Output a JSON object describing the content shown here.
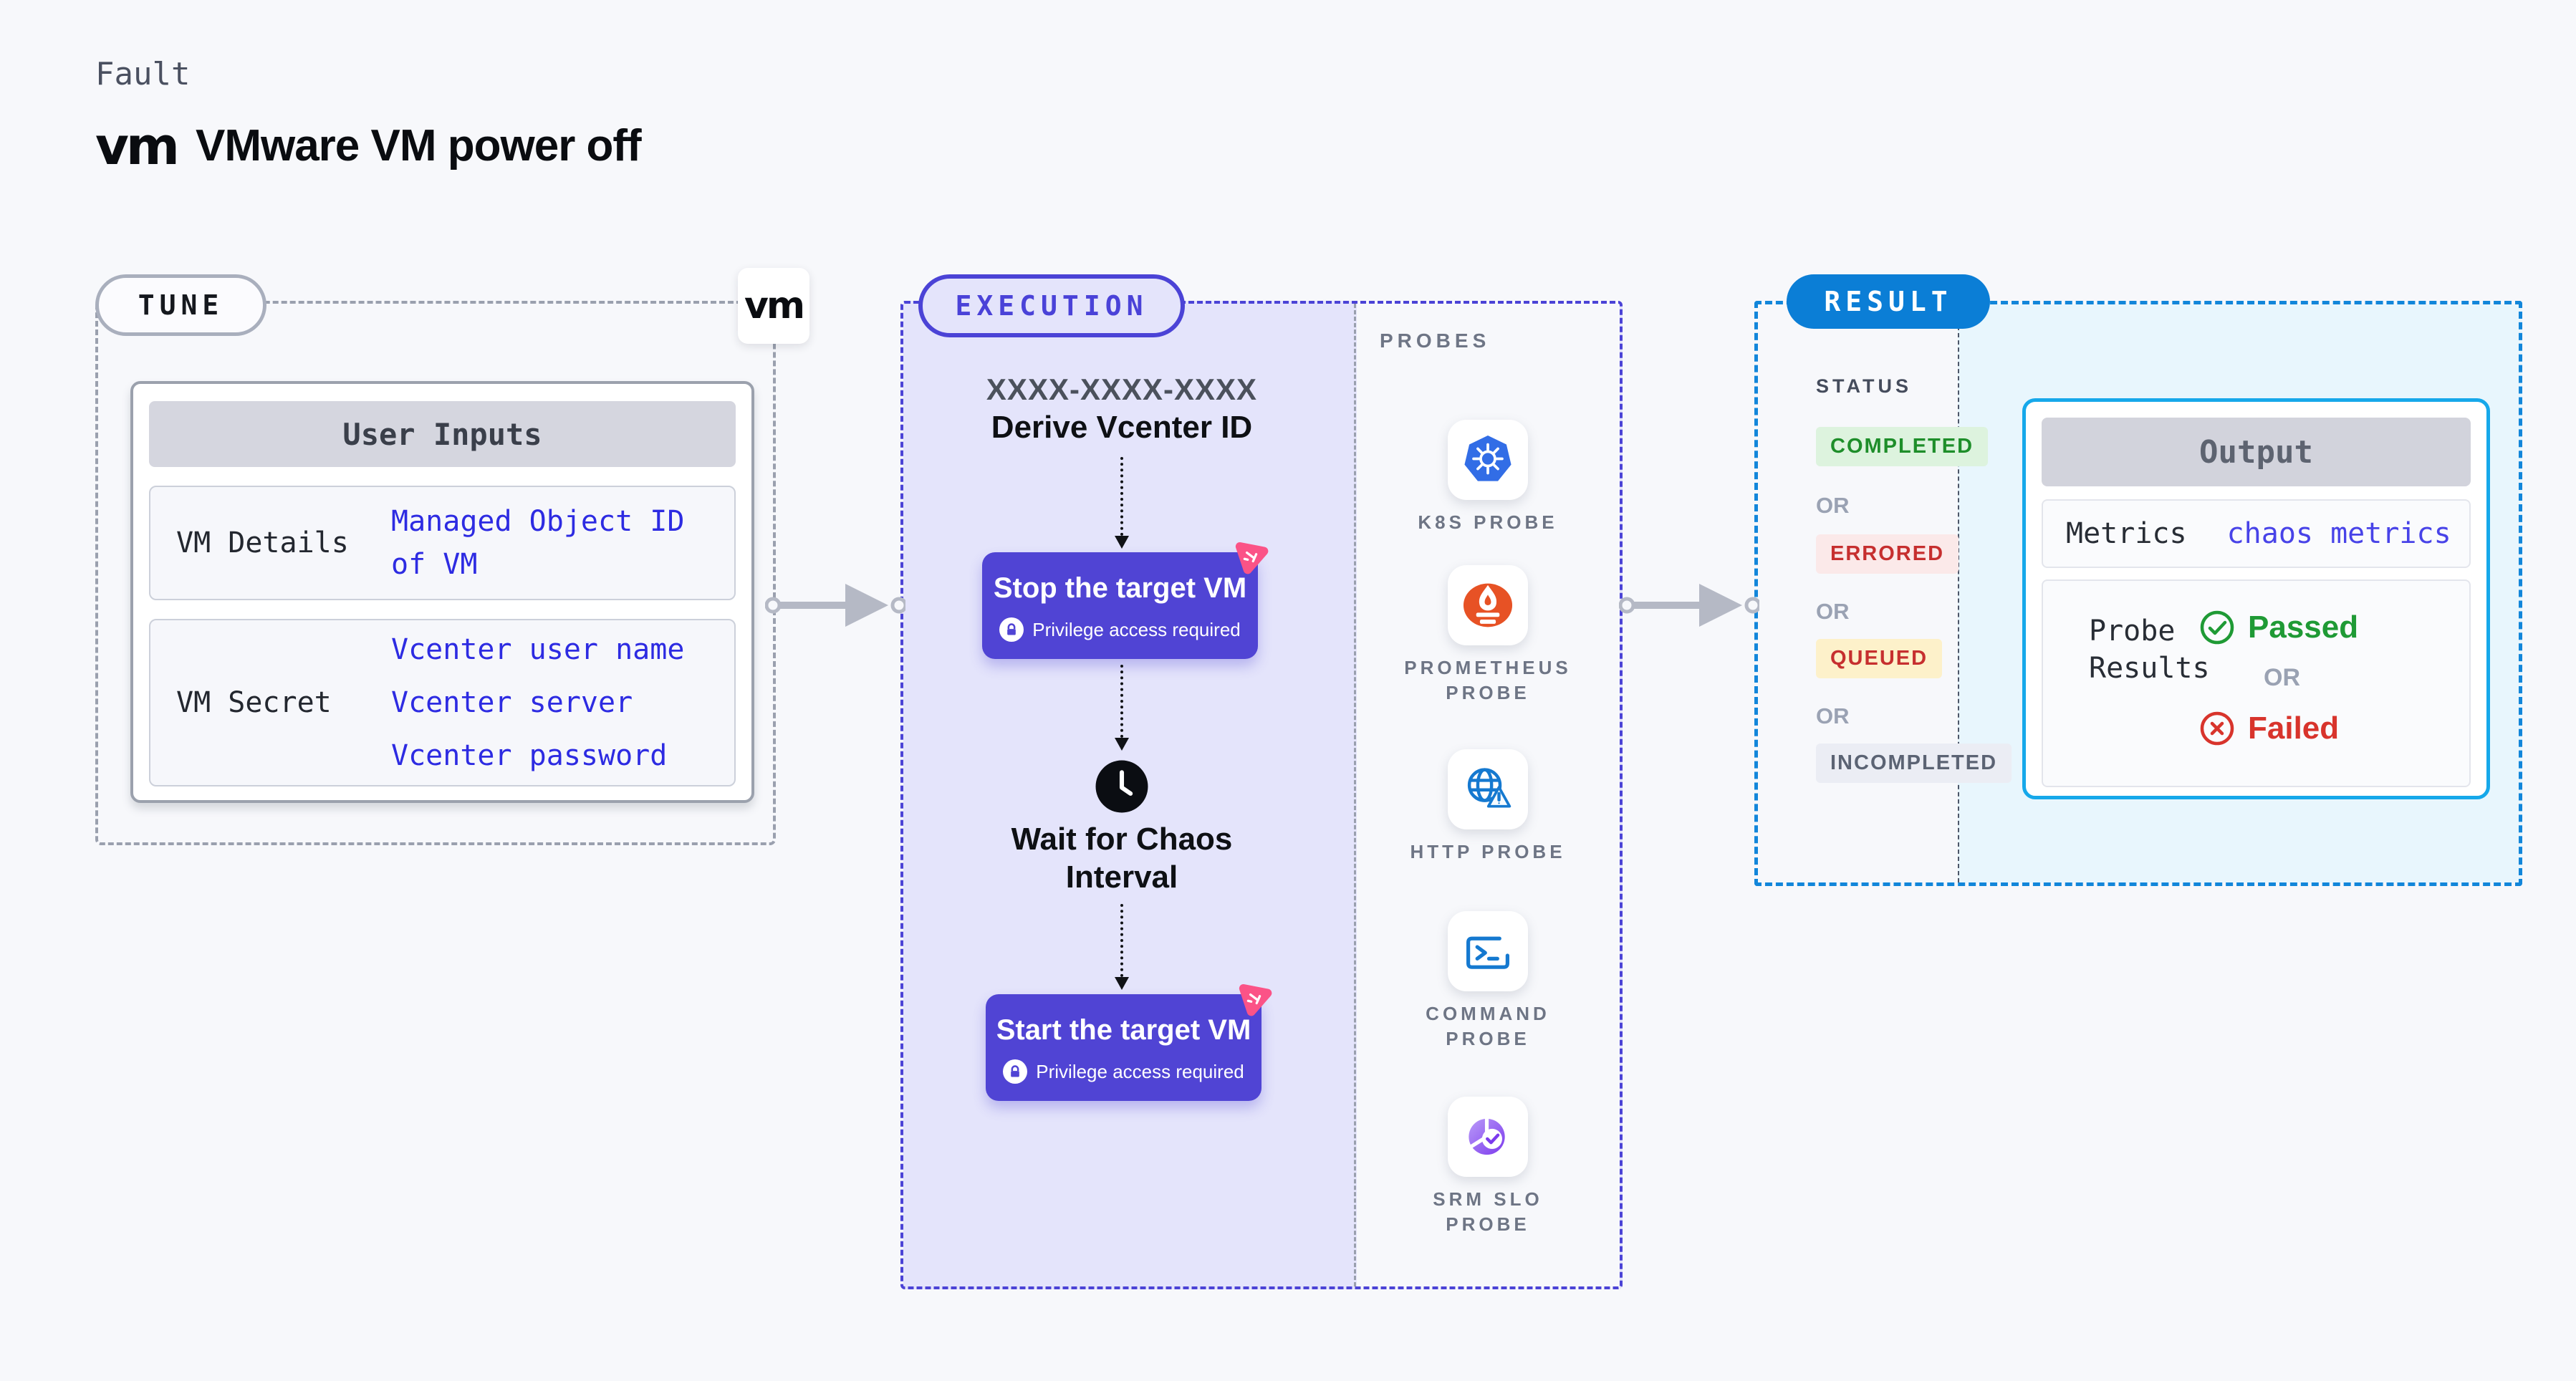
{
  "header": {
    "kicker": "Fault",
    "logo_text": "vm",
    "title": "VMware VM power off"
  },
  "tune": {
    "badge": "TUNE",
    "vm_logo_text": "vm",
    "user_inputs": {
      "header": "User Inputs",
      "rows": [
        {
          "label": "VM Details",
          "values": [
            "Managed Object ID",
            "of VM"
          ]
        },
        {
          "label": "VM Secret",
          "values": [
            "Vcenter user name",
            "Vcenter server",
            "Vcenter password"
          ]
        }
      ]
    }
  },
  "execution": {
    "badge": "EXECUTION",
    "derive_code": "XXXX-XXXX-XXXX",
    "derive_label": "Derive Vcenter ID",
    "stop_button": "Stop the target VM",
    "start_button": "Start the target VM",
    "privilege_note": "Privilege access required",
    "wait_label_line1": "Wait for Chaos",
    "wait_label_line2": "Interval",
    "probes": {
      "title": "PROBES",
      "items": [
        {
          "icon": "kubernetes-icon",
          "label": "K8S PROBE"
        },
        {
          "icon": "prometheus-icon",
          "label": "PROMETHEUS PROBE"
        },
        {
          "icon": "http-globe-icon",
          "label": "HTTP PROBE"
        },
        {
          "icon": "terminal-icon",
          "label": "COMMAND PROBE"
        },
        {
          "icon": "slo-donut-icon",
          "label": "SRM SLO PROBE"
        }
      ]
    }
  },
  "result": {
    "badge": "RESULT",
    "status": {
      "title": "STATUS",
      "or": "OR",
      "badges": [
        {
          "label": "COMPLETED",
          "bg": "#ddf3de",
          "color": "#1e8e2a"
        },
        {
          "label": "ERRORED",
          "bg": "#fbe9e9",
          "color": "#c62f2f"
        },
        {
          "label": "QUEUED",
          "bg": "#fdf1ca",
          "color": "#c62f2f"
        },
        {
          "label": "INCOMPLETED",
          "bg": "#ebedf4",
          "color": "#5b6373"
        }
      ]
    },
    "output": {
      "header": "Output",
      "metrics_label": "Metrics",
      "metrics_value": "chaos metrics",
      "probe_results_label_line1": "Probe",
      "probe_results_label_line2": "Results",
      "passed": "Passed",
      "or": "OR",
      "failed": "Failed"
    }
  },
  "colors": {
    "page_background": "#f7f8fb",
    "execution_accent": "#4b43d6",
    "execution_fill": "#e4e4fb",
    "button_fill": "#5044d4",
    "result_accent": "#0b7ed6",
    "output_border": "#16a8ea",
    "output_area_fill": "#e8f6fd",
    "chaos_logo_pink": "#fb5387",
    "passed_green": "#1f9a35",
    "failed_red": "#d8342c",
    "value_blue": "#2d2be2",
    "kubernetes_blue": "#326de6",
    "prometheus_orange": "#e75225",
    "http_blue": "#1579d0",
    "slo_purple": "#8b5cf6"
  }
}
